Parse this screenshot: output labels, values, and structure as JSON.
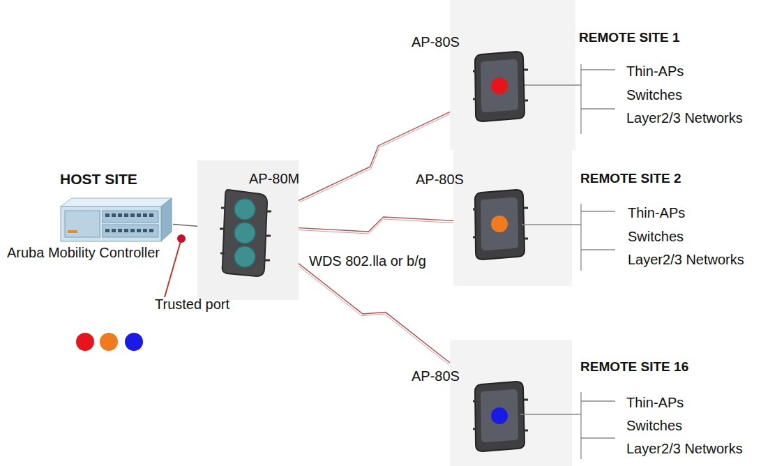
{
  "diagram": {
    "nodes": [
      {
        "text": [
          "HOST SITE",
          "Aruba Mobility Controller"
        ]
      },
      {
        "text": [
          "AP-80M"
        ]
      },
      {
        "text": [
          "AP-80S"
        ]
      },
      {
        "text": [
          "AP-80S"
        ]
      },
      {
        "text": [
          "AP-80S"
        ]
      }
    ],
    "edges": [
      {
        "from": 0,
        "to": 1,
        "arrow": "none"
      },
      {
        "from": 1,
        "to": 2,
        "arrow": "none"
      },
      {
        "from": 1,
        "to": 3,
        "arrow": "none",
        "label": "WDS 802.lla or b/g"
      },
      {
        "from": 1,
        "to": 4,
        "arrow": "none"
      }
    ],
    "labels": [
      "Trusted port",
      "REMOTE SITE 1",
      "Thin-APs",
      "Switches",
      "Layer2/3 Networks",
      "REMOTE SITE 2",
      "Thin-APs",
      "Switches",
      "Layer2/3 Networks",
      "REMOTE SITE 16",
      "Thin-APs",
      "Switches",
      "Layer2/3 Networks"
    ]
  }
}
